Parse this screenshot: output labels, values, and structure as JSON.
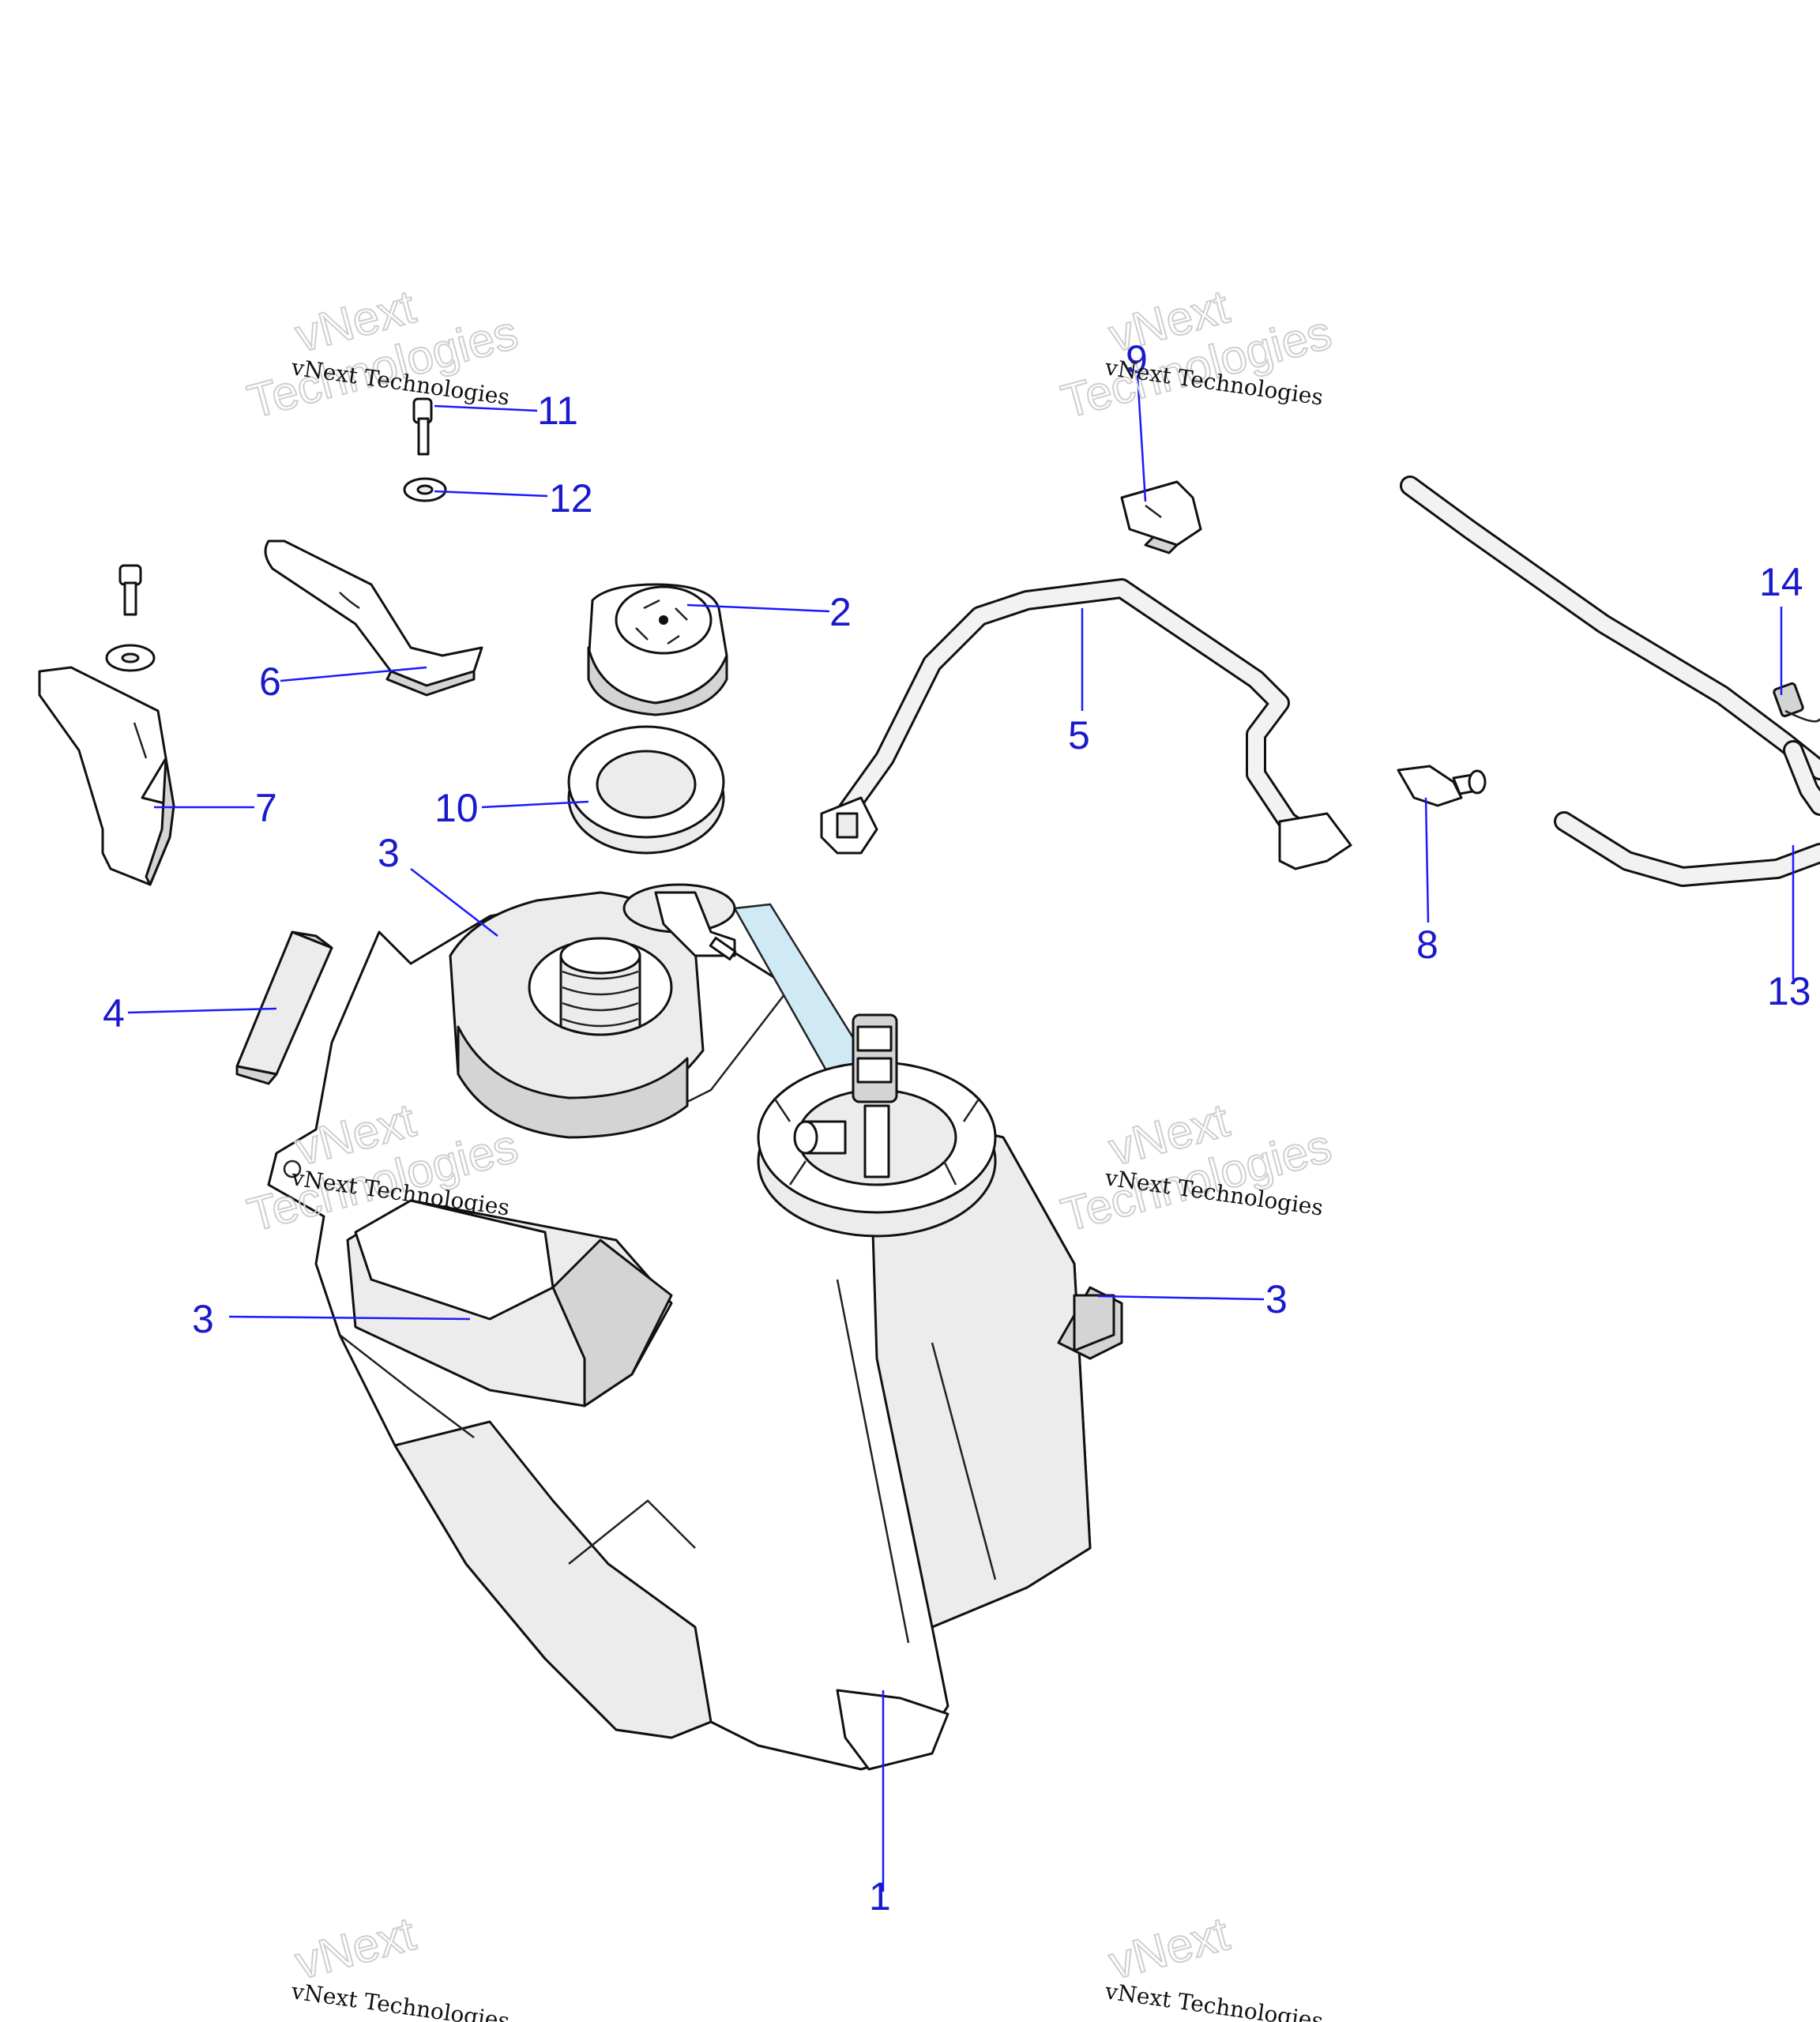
{
  "callouts": [
    {
      "id": "1",
      "text": "1"
    },
    {
      "id": "2",
      "text": "2"
    },
    {
      "id": "3a",
      "text": "3"
    },
    {
      "id": "3b",
      "text": "3"
    },
    {
      "id": "3c",
      "text": "3"
    },
    {
      "id": "4",
      "text": "4"
    },
    {
      "id": "5",
      "text": "5"
    },
    {
      "id": "6",
      "text": "6"
    },
    {
      "id": "7",
      "text": "7"
    },
    {
      "id": "8",
      "text": "8"
    },
    {
      "id": "9",
      "text": "9"
    },
    {
      "id": "10",
      "text": "10"
    },
    {
      "id": "11",
      "text": "11"
    },
    {
      "id": "12",
      "text": "12"
    },
    {
      "id": "13",
      "text": "13"
    },
    {
      "id": "14",
      "text": "14"
    }
  ],
  "watermark": {
    "line1": "vNext Technologies",
    "line2a": "vNext",
    "line2b": "Technologies"
  },
  "colors": {
    "callout": "#1a1acc",
    "leader": "#1a1aff",
    "shade": "#d4d4d4"
  }
}
